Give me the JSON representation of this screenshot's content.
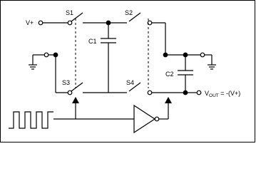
{
  "labels": {
    "vplus": "V+",
    "s1": "S1",
    "s2": "S2",
    "s3": "S3",
    "s4": "S4",
    "c1": "C1",
    "c2": "C2",
    "vout_main": "V",
    "vout_sub": "OUT",
    "vout_eq": " = -(V+)"
  },
  "colors": {
    "stroke": "#000000",
    "background": "#ffffff"
  }
}
